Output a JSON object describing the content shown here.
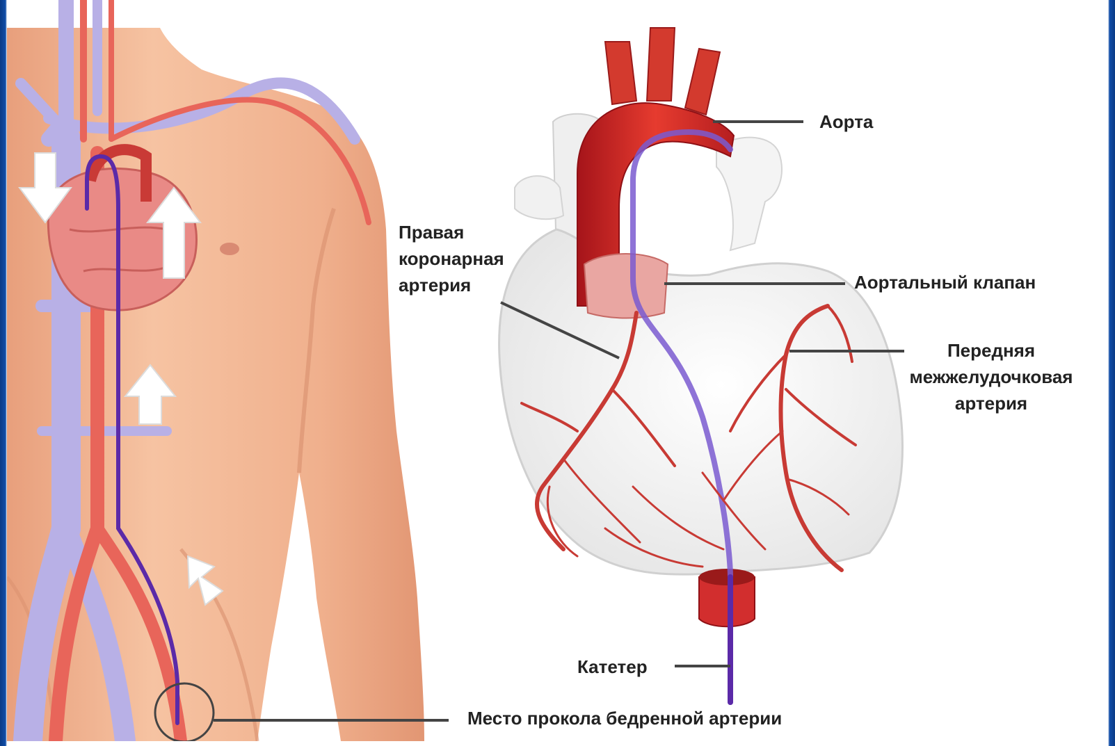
{
  "labels": {
    "aorta": "Аорта",
    "right_coronary": [
      "Правая",
      "коронарная",
      "артерия"
    ],
    "aortic_valve": "Аортальный клапан",
    "anterior_interventricular": [
      "Передняя",
      "межжелудочковая",
      "артерия"
    ],
    "catheter": "Катетер",
    "puncture_site": "Место прокола бедренной артерии"
  },
  "colors": {
    "skin": "#f2b28f",
    "artery": "#d33a2e",
    "vein": "#b8b0e6",
    "catheter": "#5b2aa8",
    "heart_white": "#f3f3f3",
    "frame_blue": "#0e3f8c"
  }
}
